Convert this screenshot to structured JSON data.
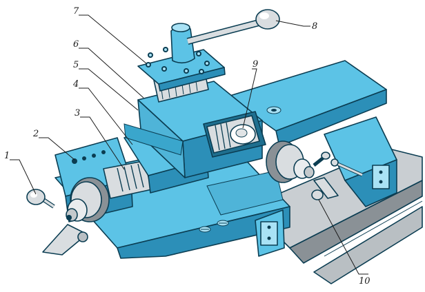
{
  "diagram": {
    "callouts": [
      {
        "id": "1",
        "label": "1"
      },
      {
        "id": "2",
        "label": "2"
      },
      {
        "id": "3",
        "label": "3"
      },
      {
        "id": "4",
        "label": "4"
      },
      {
        "id": "5",
        "label": "5"
      },
      {
        "id": "6",
        "label": "6"
      },
      {
        "id": "7",
        "label": "7"
      },
      {
        "id": "8",
        "label": "8"
      },
      {
        "id": "9",
        "label": "9"
      },
      {
        "id": "10",
        "label": "10"
      }
    ]
  },
  "colors": {
    "body": "#5cc3e6",
    "body_dark": "#2c8fb8",
    "body_light": "#a9e2f5",
    "steel": "#d9dde0",
    "steel_dark": "#8a9196",
    "outline": "#0b3d52"
  }
}
